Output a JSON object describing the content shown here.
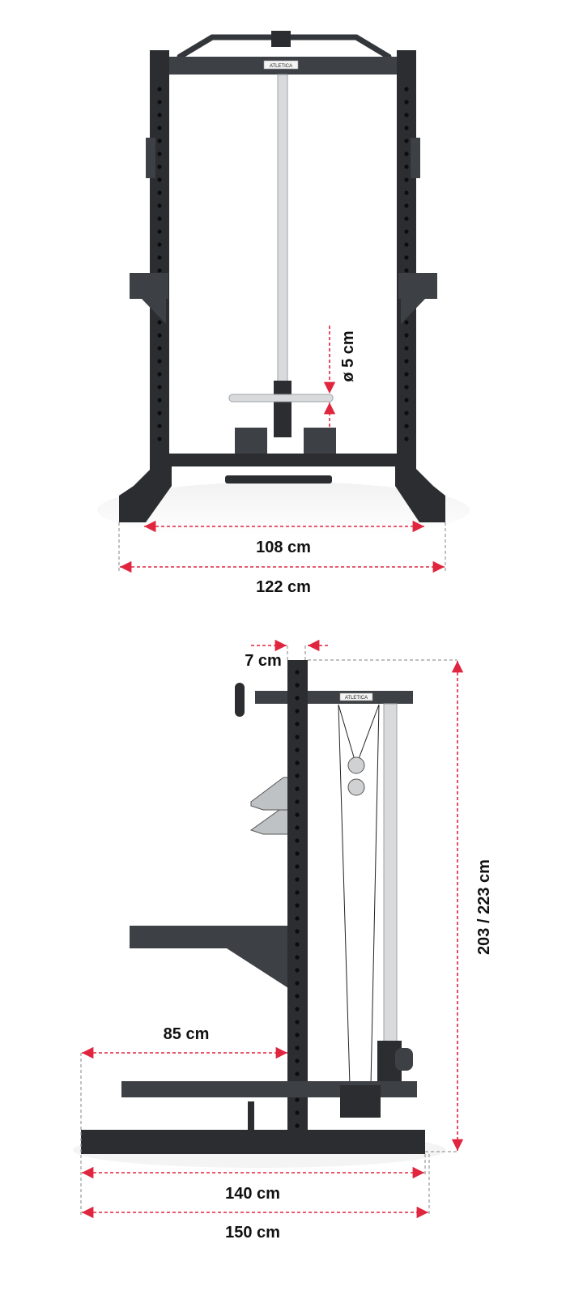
{
  "brand": "ATLETICA",
  "colors": {
    "dimension": "#e0253e",
    "frame": "#2b2d30",
    "text": "#111111"
  },
  "front_view": {
    "dimensions": {
      "inner_width": "108 cm",
      "outer_width": "122 cm",
      "bar_diameter": "ø 5 cm"
    }
  },
  "side_view": {
    "dimensions": {
      "upright_width": "7 cm",
      "height": "203 / 223 cm",
      "spotter_depth": "85 cm",
      "inner_depth": "140 cm",
      "outer_depth": "150 cm"
    }
  }
}
